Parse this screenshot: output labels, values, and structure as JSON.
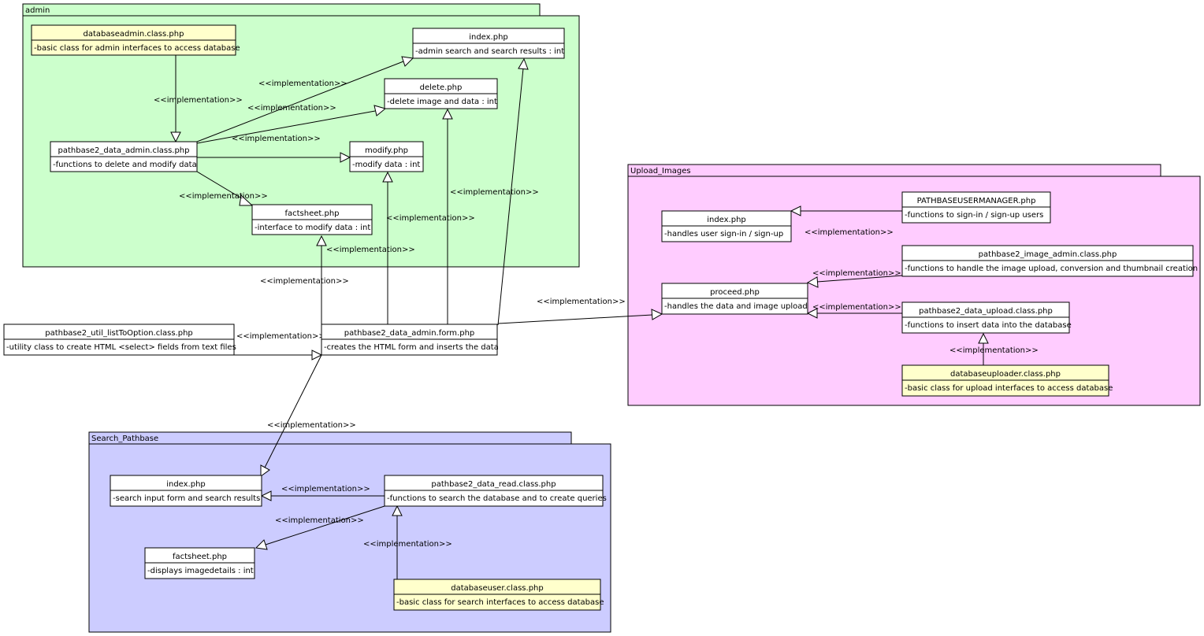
{
  "colors": {
    "admin_package": "#ccffcc",
    "upload_package": "#ffccff",
    "search_package": "#ccccff",
    "base_class": "#ffffcc",
    "class": "#ffffff",
    "line": "#000000"
  },
  "stereotype": "<<implementation>>",
  "packages": {
    "admin": "admin",
    "upload": "Upload_Images",
    "search": "Search_Pathbase"
  },
  "classes": {
    "databaseadmin": {
      "name": "databaseadmin.class.php",
      "attr": "-basic class for admin interfaces to access database"
    },
    "admin_index": {
      "name": "index.php",
      "attr": "-admin search and search results : int"
    },
    "admin_delete": {
      "name": "delete.php",
      "attr": "-delete image and data : int"
    },
    "admin_modify": {
      "name": "modify.php",
      "attr": "-modify data : int"
    },
    "admin_factsheet": {
      "name": "factsheet.php",
      "attr": "-interface to modify data : int"
    },
    "data_admin": {
      "name": "pathbase2_data_admin.class.php",
      "attr": "-functions to delete and modify data"
    },
    "util_list": {
      "name": "pathbase2_util_listToOption.class.php",
      "attr": "-utility class to create HTML <select> fields from text files"
    },
    "admin_form": {
      "name": "pathbase2_data_admin.form.php",
      "attr": "-creates the HTML form and inserts the data"
    },
    "usermanager": {
      "name": "PATHBASEUSERMANAGER.php",
      "attr": "-functions to sign-in / sign-up users"
    },
    "upload_index": {
      "name": "index.php",
      "attr": "-handles user sign-in / sign-up"
    },
    "image_admin": {
      "name": "pathbase2_image_admin.class.php",
      "attr": "-functions to handle the image upload, conversion and thumbnail creation"
    },
    "proceed": {
      "name": "proceed.php",
      "attr": "-handles the data and image upload"
    },
    "data_upload": {
      "name": "pathbase2_data_upload.class.php",
      "attr": "-functions to insert data into the database"
    },
    "databaseuploader": {
      "name": "databaseuploader.class.php",
      "attr": "-basic class for upload interfaces to access database"
    },
    "search_index": {
      "name": "index.php",
      "attr": "-search input form and search results"
    },
    "data_read": {
      "name": "pathbase2_data_read.class.php",
      "attr": "-functions to search the database and to create queries"
    },
    "search_factsheet": {
      "name": "factsheet.php",
      "attr": "-displays imagedetails : int"
    },
    "databaseuser": {
      "name": "databaseuser.class.php",
      "attr": "-basic class for search interfaces to access database"
    }
  }
}
